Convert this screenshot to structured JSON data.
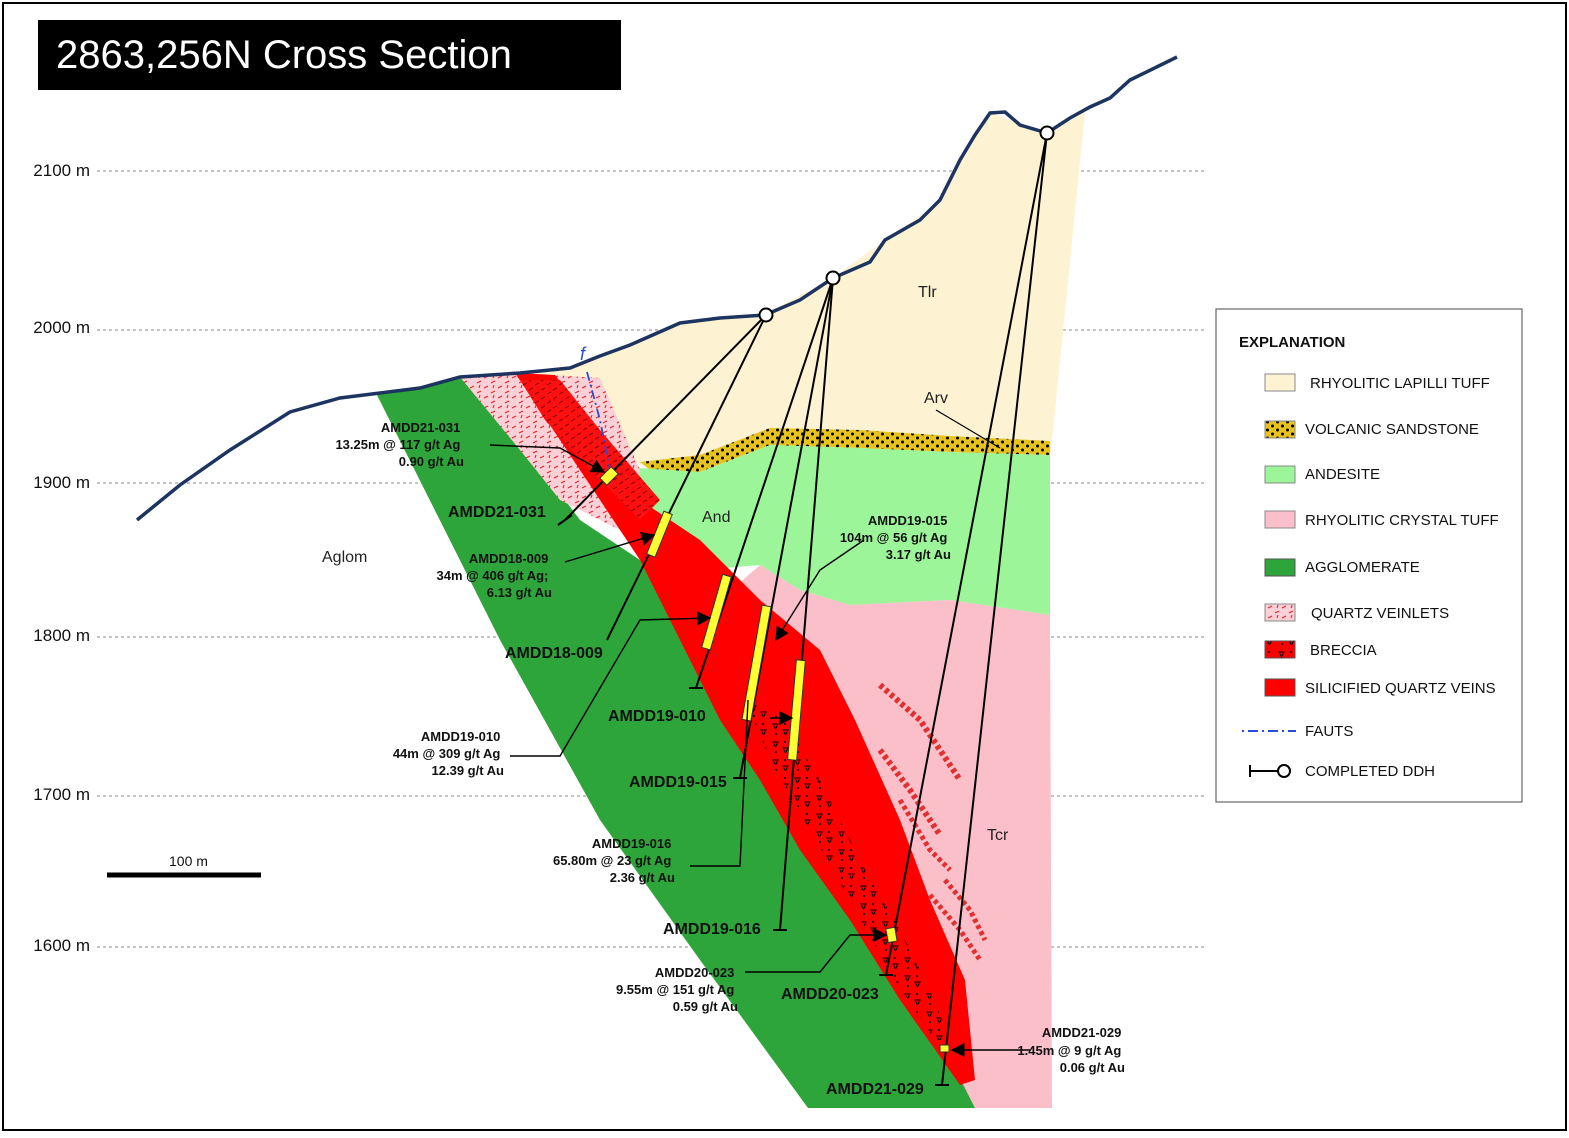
{
  "title": "2863,256N  Cross  Section",
  "elevations": [
    "2100 m",
    "2000 m",
    "1900 m",
    "1800 m",
    "1700 m",
    "1600 m"
  ],
  "scale_bar": "100  m",
  "fault_symbol": "f",
  "units": {
    "tlr": "Tlr",
    "arv": "Arv",
    "and": "And",
    "aglom": "Aglom",
    "tcr": "Tcr"
  },
  "hole_labels": {
    "h1": "AMDD21-031",
    "h2": "AMDD18-009",
    "h3": "AMDD19-010",
    "h4": "AMDD19-015",
    "h5": "AMDD19-016",
    "h6": "AMDD20-023",
    "h7": "AMDD21-029"
  },
  "intercepts": {
    "a1": [
      "AMDD21-031",
      "13.25m @ 117 g/t Ag",
      "0.90 g/t Au"
    ],
    "a2": [
      "AMDD18-009",
      "34m @ 406 g/t Ag;",
      "6.13 g/t Au"
    ],
    "a3": [
      "AMDD19-015",
      "104m @ 56 g/t Ag",
      "3.17 g/t Au"
    ],
    "a4": [
      "AMDD19-010",
      "44m @ 309 g/t Ag",
      "12.39 g/t Au"
    ],
    "a5": [
      "AMDD19-016",
      "65.80m @ 23 g/t Ag",
      "2.36 g/t Au"
    ],
    "a6": [
      "AMDD20-023",
      "9.55m @ 151 g/t Ag",
      "0.59 g/t Au"
    ],
    "a7": [
      "AMDD21-029",
      "1.45m @ 9 g/t Ag",
      "0.06 g/t Au"
    ]
  },
  "legend": {
    "title": "EXPLANATION",
    "items": [
      "RHYOLITIC LAPILLI TUFF",
      "VOLCANIC SANDSTONE",
      "ANDESITE",
      "RHYOLITIC CRYSTAL TUFF",
      "AGGLOMERATE",
      "QUARTZ VEINLETS",
      "BRECCIA",
      "SILICIFIED  QUARTZ VEINS",
      "FAUTS",
      "COMPLETED  DDH"
    ]
  },
  "colors": {
    "lapilli_tuff": "#fdf2d2",
    "sandstone": "#e8c31e",
    "andesite": "#9df59a",
    "crystal_tuff": "#fbbfca",
    "agglomerate": "#2ea53a",
    "veins": "#ff0000",
    "intercept": "#ffff33",
    "topography": "#1d3461",
    "fault": "#2a4bd7"
  }
}
